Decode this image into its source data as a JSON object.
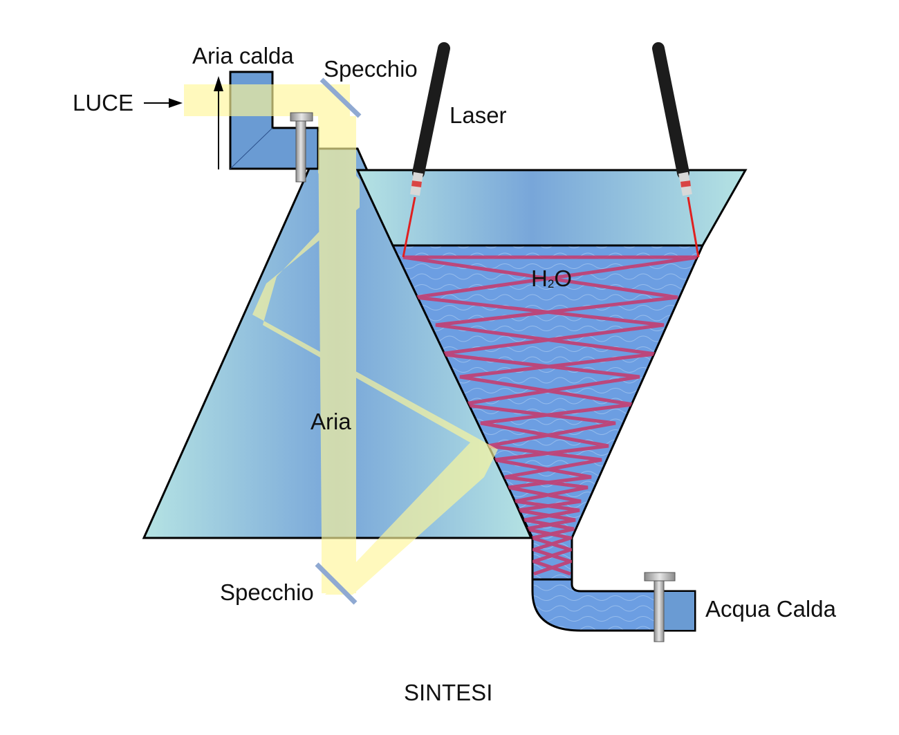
{
  "labels": {
    "hot_air": "Aria calda",
    "light": "LUCE",
    "mirror_top": "Specchio",
    "laser": "Laser",
    "water_main": "H",
    "water_sub": "2",
    "water_tail": "O",
    "air": "Aria",
    "mirror_bottom": "Specchio",
    "hot_water": "Acqua Calda",
    "caption": "SINTESI"
  },
  "colors": {
    "air_light": "#aee0e2",
    "air_dark": "#7aa6d8",
    "water": "#6f9fe0",
    "pipe": "#6a9bd3",
    "light_beam": "#fff79a",
    "laser_beam": "#cc3355",
    "outline": "#000000"
  }
}
